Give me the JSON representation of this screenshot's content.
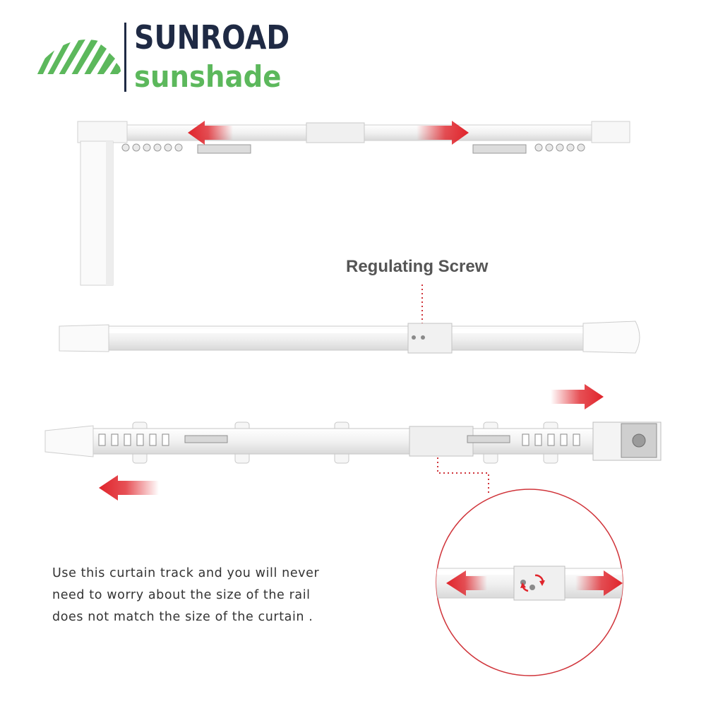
{
  "brand": {
    "name": "SUNROAD",
    "subname": "sunshade",
    "name_color": "#1f2a44",
    "sub_color": "#5cb85c",
    "logo_icon": "striped-hill-icon"
  },
  "labels": {
    "regulating_screw": "Regulating Screw"
  },
  "caption": {
    "lines": [
      "Use this curtain track and you will never",
      "need to worry about the size of the rail",
      "does not match the size of the curtain ."
    ]
  },
  "colors": {
    "arrow_red": "#e0242b",
    "rail_white": "#f4f4f4",
    "rail_outline": "#c9c9c9",
    "zoom_circle": "#d0343a"
  },
  "icons": {
    "direction_arrow": "red-arrow-icon",
    "rotate": "rotate-arrows-icon",
    "motor": "motor-unit-icon"
  }
}
